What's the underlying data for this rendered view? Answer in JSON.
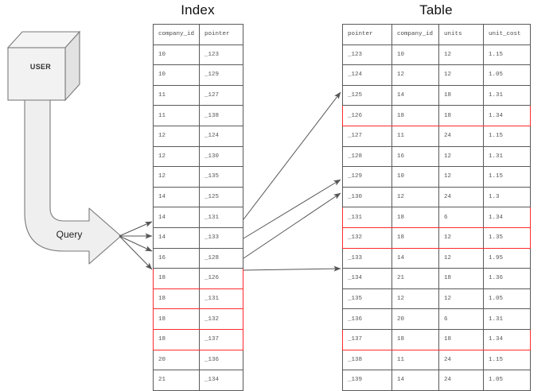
{
  "diagram": {
    "user_node": {
      "label": "USER"
    },
    "query_arrow": {
      "label": "Query"
    }
  },
  "index_panel": {
    "title": "Index",
    "columns": [
      "company_id",
      "pointer"
    ],
    "rows": [
      {
        "company_id": "10",
        "pointer": "_123",
        "highlighted": false
      },
      {
        "company_id": "10",
        "pointer": "_129",
        "highlighted": false
      },
      {
        "company_id": "11",
        "pointer": "_127",
        "highlighted": false
      },
      {
        "company_id": "11",
        "pointer": "_138",
        "highlighted": false
      },
      {
        "company_id": "12",
        "pointer": "_124",
        "highlighted": false
      },
      {
        "company_id": "12",
        "pointer": "_130",
        "highlighted": false
      },
      {
        "company_id": "12",
        "pointer": "_135",
        "highlighted": false
      },
      {
        "company_id": "14",
        "pointer": "_125",
        "highlighted": false
      },
      {
        "company_id": "14",
        "pointer": "_131",
        "highlighted": false
      },
      {
        "company_id": "14",
        "pointer": "_133",
        "highlighted": false
      },
      {
        "company_id": "16",
        "pointer": "_128",
        "highlighted": false
      },
      {
        "company_id": "18",
        "pointer": "_126",
        "highlighted": true
      },
      {
        "company_id": "18",
        "pointer": "_131",
        "highlighted": true
      },
      {
        "company_id": "18",
        "pointer": "_132",
        "highlighted": true
      },
      {
        "company_id": "18",
        "pointer": "_137",
        "highlighted": true
      },
      {
        "company_id": "20",
        "pointer": "_136",
        "highlighted": false
      },
      {
        "company_id": "21",
        "pointer": "_134",
        "highlighted": false
      }
    ]
  },
  "table_panel": {
    "title": "Table",
    "columns": [
      "pointer",
      "company_id",
      "units",
      "unit_cost"
    ],
    "rows": [
      {
        "pointer": "_123",
        "company_id": "10",
        "units": "12",
        "unit_cost": "1.15",
        "highlighted": false
      },
      {
        "pointer": "_124",
        "company_id": "12",
        "units": "12",
        "unit_cost": "1.05",
        "highlighted": false
      },
      {
        "pointer": "_125",
        "company_id": "14",
        "units": "18",
        "unit_cost": "1.31",
        "highlighted": false
      },
      {
        "pointer": "_126",
        "company_id": "18",
        "units": "18",
        "unit_cost": "1.34",
        "highlighted": true
      },
      {
        "pointer": "_127",
        "company_id": "11",
        "units": "24",
        "unit_cost": "1.15",
        "highlighted": false
      },
      {
        "pointer": "_128",
        "company_id": "16",
        "units": "12",
        "unit_cost": "1.31",
        "highlighted": false
      },
      {
        "pointer": "_129",
        "company_id": "10",
        "units": "12",
        "unit_cost": "1.15",
        "highlighted": false
      },
      {
        "pointer": "_130",
        "company_id": "12",
        "units": "24",
        "unit_cost": "1.3",
        "highlighted": false
      },
      {
        "pointer": "_131",
        "company_id": "18",
        "units": "6",
        "unit_cost": "1.34",
        "highlighted": true
      },
      {
        "pointer": "_132",
        "company_id": "18",
        "units": "12",
        "unit_cost": "1.35",
        "highlighted": true
      },
      {
        "pointer": "_133",
        "company_id": "14",
        "units": "12",
        "unit_cost": "1.95",
        "highlighted": false
      },
      {
        "pointer": "_134",
        "company_id": "21",
        "units": "18",
        "unit_cost": "1.36",
        "highlighted": false
      },
      {
        "pointer": "_135",
        "company_id": "12",
        "units": "12",
        "unit_cost": "1.05",
        "highlighted": false
      },
      {
        "pointer": "_136",
        "company_id": "20",
        "units": "6",
        "unit_cost": "1.31",
        "highlighted": false
      },
      {
        "pointer": "_137",
        "company_id": "18",
        "units": "18",
        "unit_cost": "1.34",
        "highlighted": true
      },
      {
        "pointer": "_138",
        "company_id": "11",
        "units": "24",
        "unit_cost": "1.15",
        "highlighted": false
      },
      {
        "pointer": "_139",
        "company_id": "14",
        "units": "24",
        "unit_cost": "1.05",
        "highlighted": false
      }
    ]
  },
  "colors": {
    "highlight": "#ff2b2b",
    "shape_fill": "#f0f0f0",
    "shape_stroke": "#7a7a7a",
    "grid_stroke": "#5a5a5a",
    "arrow_stroke": "#555555"
  }
}
